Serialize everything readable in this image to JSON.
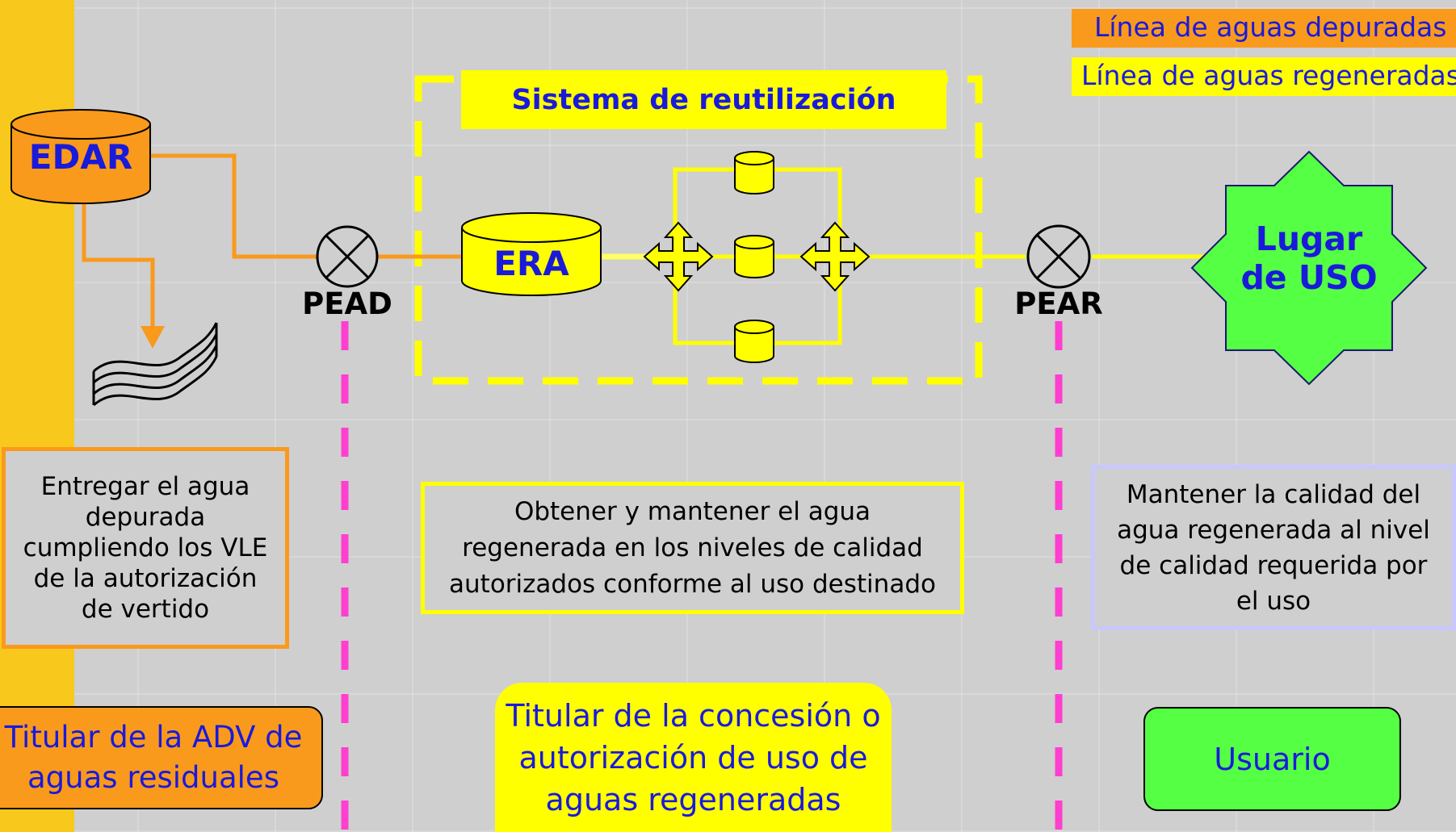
{
  "legend": {
    "depuradas": "Línea de aguas depuradas",
    "regeneradas": "Línea de aguas regeneradas"
  },
  "system_title": "Sistema de reutilización",
  "nodes": {
    "edar": "EDAR",
    "era": "ERA",
    "lugar_uso": [
      "Lugar",
      "de USO"
    ],
    "pead": "PEAD",
    "pear": "PEAR"
  },
  "responsibilities": {
    "left": [
      "Entregar el agua",
      "depurada",
      "cumpliendo los VLE",
      "de la autorización",
      "de vertido"
    ],
    "center": [
      "Obtener y mantener el agua",
      "regenerada en los niveles de calidad",
      "autorizados conforme al uso destinado"
    ],
    "right": [
      "Mantener la calidad del",
      "agua regenerada al nivel",
      "de calidad requerida por",
      "el uso"
    ]
  },
  "holders": {
    "left": [
      "Titular de la ADV de",
      "aguas residuales"
    ],
    "center": [
      "Titular de la concesión o",
      "autorización de uso de",
      "aguas regeneradas"
    ],
    "right": "Usuario"
  },
  "colors": {
    "orange": "#f99a1c",
    "yellow": "#ffff00",
    "pink": "#ff3fcf",
    "green": "#55ff44",
    "blue_text": "#1a1adb",
    "strip": "#f8c81c"
  }
}
